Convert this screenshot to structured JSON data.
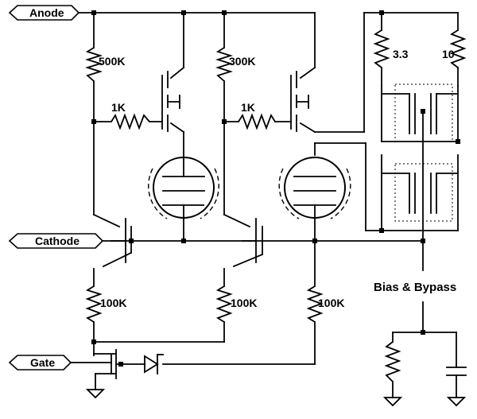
{
  "ports": {
    "anode": "Anode",
    "cathode": "Cathode",
    "gate": "Gate"
  },
  "resistors": {
    "r1": "500K",
    "r2": "1K",
    "r3": "300K",
    "r4": "1K",
    "r5": "3.3",
    "r6": "10",
    "r7": "100K",
    "r8": "100K",
    "r9": "100K"
  },
  "labels": {
    "bias_bypass": "Bias & Bypass"
  }
}
